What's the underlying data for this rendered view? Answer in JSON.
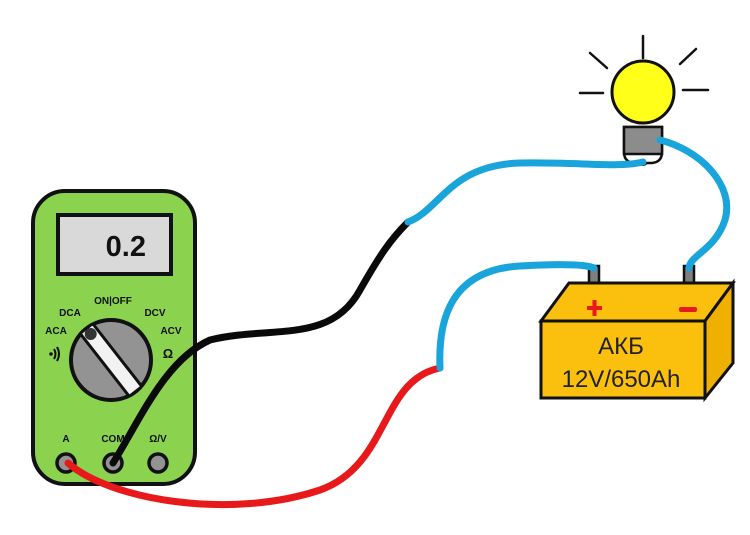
{
  "diagram": {
    "title": "",
    "multimeter": {
      "display_value": "0.2",
      "dial_labels": {
        "on_off": "ON|OFF",
        "dca": "DCA",
        "aca": "ACA",
        "continuity": "·))",
        "dcv": "DCV",
        "acv": "ACV",
        "ohm": "Ω"
      },
      "jacks": [
        {
          "label": "A"
        },
        {
          "label": "COM"
        },
        {
          "label": "Ω/V"
        }
      ],
      "body_color": "#8bd24e",
      "display_color": "#d9d9d9",
      "dial_color": "#939393"
    },
    "battery": {
      "name": "АКБ",
      "rating": "12V/650Ah",
      "plus_symbol": "+",
      "minus_symbol": "−",
      "color": "#fbbf0e",
      "terminal_color": "#7f7f7f"
    },
    "bulb": {
      "glass_color": "#ffff1a",
      "base_color": "#8c8c8c"
    },
    "wires": [
      {
        "name": "black-probe-wire",
        "from": "COM",
        "to": "bulb",
        "color": "#0a0a0a"
      },
      {
        "name": "blue-bulb-wire",
        "from": "bulb",
        "to": "black-probe-wire",
        "color": "#1aa4dc"
      },
      {
        "name": "blue-bulb-to-battery-minus",
        "from": "bulb",
        "to": "battery-minus",
        "color": "#1aa4dc"
      },
      {
        "name": "blue-battery-plus-wire",
        "from": "battery-plus",
        "to": "red-probe-wire",
        "color": "#1aa4dc"
      },
      {
        "name": "red-probe-wire",
        "from": "A",
        "to": "battery-plus",
        "color": "#e8191a"
      }
    ]
  }
}
